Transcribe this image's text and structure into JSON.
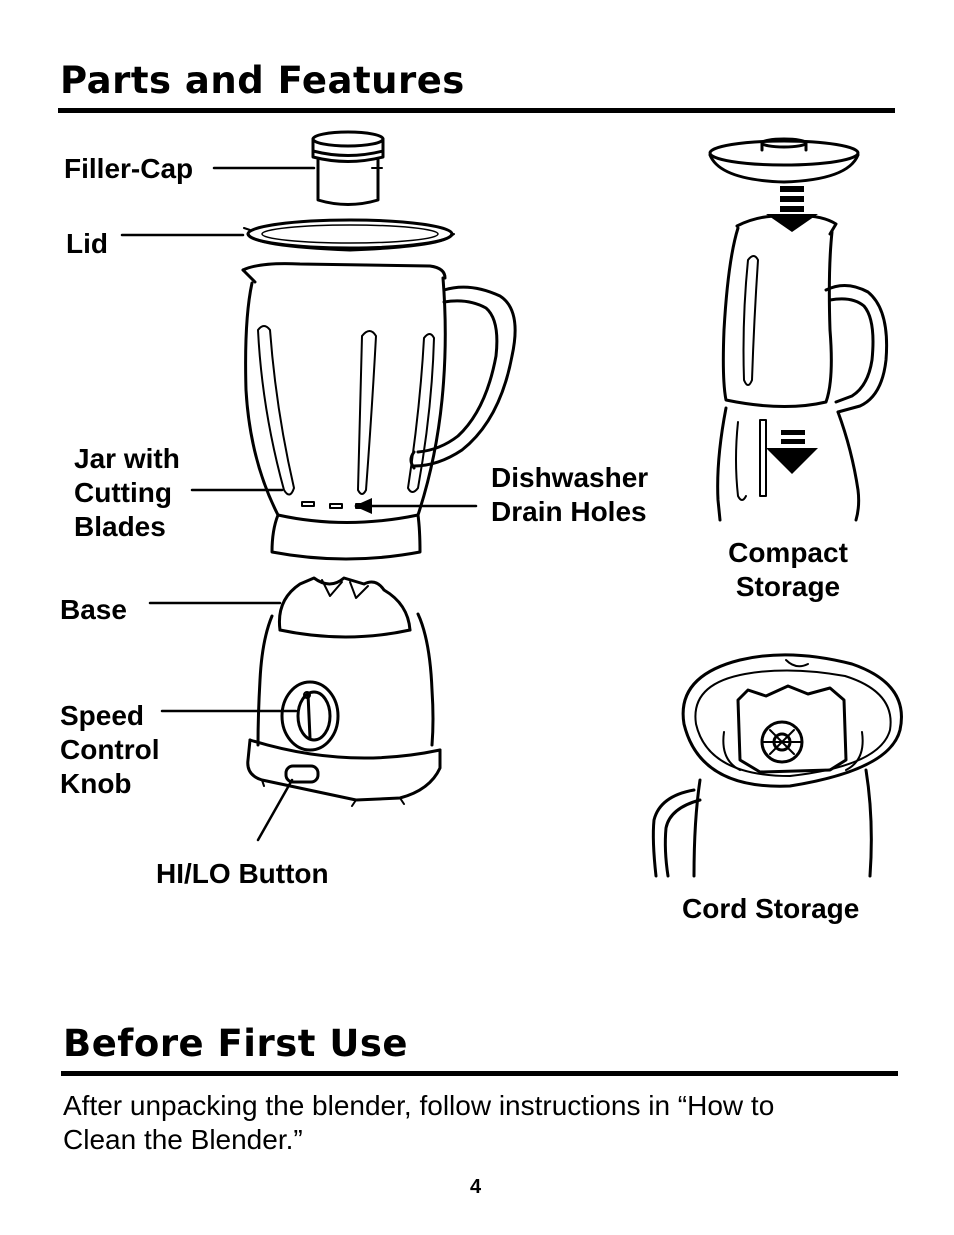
{
  "section1": {
    "title": "Parts and Features"
  },
  "labels": {
    "filler_cap": "Filler-Cap",
    "lid": "Lid",
    "jar": [
      "Jar with",
      "Cutting",
      "Blades"
    ],
    "drain_holes": [
      "Dishwasher",
      "Drain Holes"
    ],
    "base": "Base",
    "speed_knob": [
      "Speed",
      "Control",
      "Knob"
    ],
    "hilo_button": "HI/LO Button",
    "compact_storage": [
      "Compact",
      "Storage"
    ],
    "cord_storage": "Cord Storage"
  },
  "section2": {
    "title": "Before First Use",
    "body": [
      "After unpacking the blender, follow instructions in “How to",
      "Clean the Blender.”"
    ]
  },
  "page_number": "4"
}
